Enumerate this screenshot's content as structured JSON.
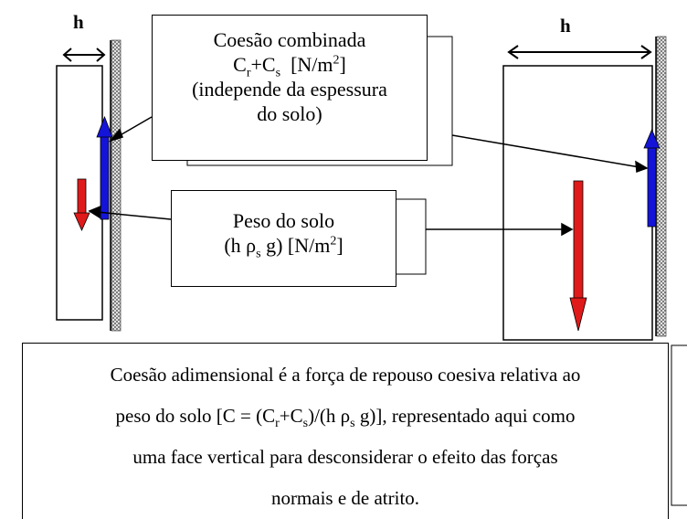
{
  "labels": {
    "h_left": "h",
    "h_right": "h"
  },
  "cohesion_box": {
    "title": "Coesão combinada",
    "formula_c1": "C",
    "formula_r": "r",
    "formula_plus": "+C",
    "formula_s": "s",
    "formula_unit_open": "[N/m",
    "formula_unit_exp": "2",
    "formula_unit_close": "]",
    "line3": "(independe da espessura",
    "line4": "do solo)"
  },
  "weight_box": {
    "title": "Peso do solo",
    "formula_open": "(h ρ",
    "formula_s": "s",
    "formula_g": " g) [N/m",
    "formula_exp": "2",
    "formula_close": "]"
  },
  "caption": {
    "line1": "Coesão adimensional é a força de repouso coesiva relativa ao",
    "line2_a": "peso do solo [C = (C",
    "line2_r": "r",
    "line2_b": "+C",
    "line2_s": "s",
    "line2_c": ")/(h ρ",
    "line2_s2": "s",
    "line2_d": " g)], representado aqui como",
    "line3": "uma face vertical para desconsiderar o efeito das forças",
    "line4": "normais e de atrito."
  },
  "colors": {
    "cohesion_arrow": "#1414d9",
    "weight_arrow": "#e01a1a",
    "wall_hatch": "#777777"
  }
}
